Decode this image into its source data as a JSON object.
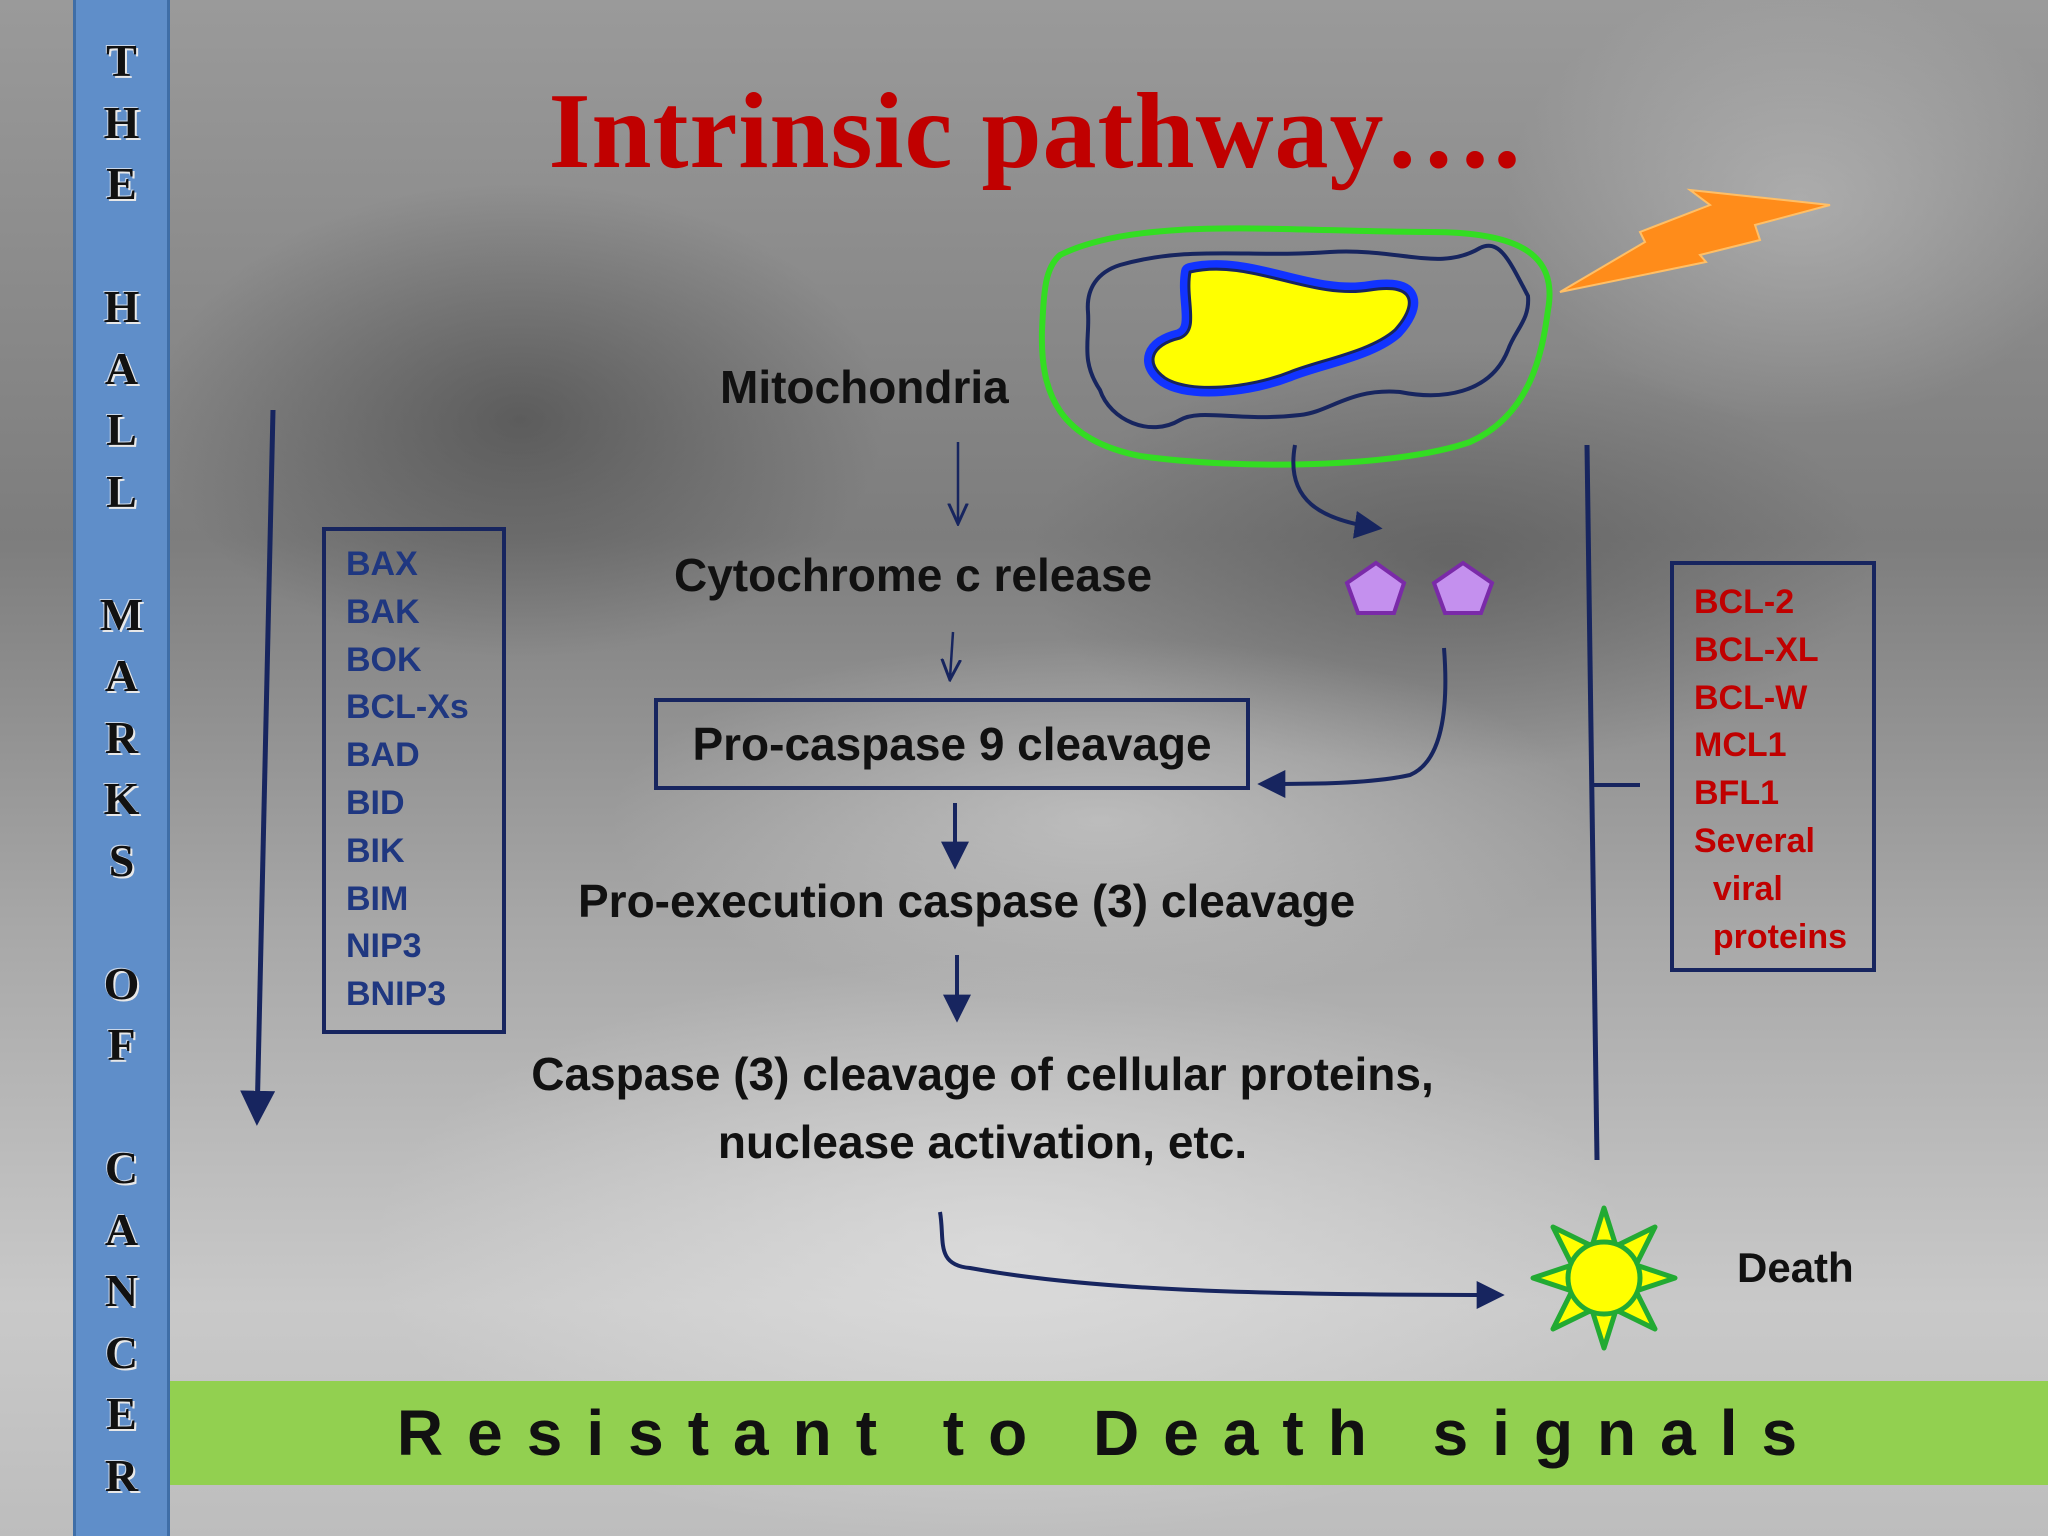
{
  "sidebar": {
    "text": "T\nH\nE\n\nH\nA\nL\nL\n\nM\nA\nR\nK\nS\n\nO\nF\n\nC\nA\nN\nC\nE\nR"
  },
  "title": "Intrinsic pathway….",
  "steps": {
    "mitochondria": "Mitochondria",
    "cytochrome": "Cytochrome c release",
    "procaspase": "Pro-caspase 9 cleavage",
    "proexecution": "Pro-execution caspase (3) cleavage",
    "caspase_effects": "Caspase (3) cleavage of cellular proteins, nuclease activation, etc."
  },
  "pro_apoptotic": [
    "BAX",
    "BAK",
    "BOK",
    "BCL-Xs",
    "BAD",
    "BID",
    "BIK",
    "BIM",
    "NIP3",
    "BNIP3"
  ],
  "anti_apoptotic": [
    "BCL-2",
    "BCL-XL",
    "BCL-W",
    "MCL1",
    "BFL1",
    "Several",
    "  viral",
    "  proteins"
  ],
  "death_label": "Death",
  "banner": "Resistant to Death signals",
  "colors": {
    "title": "#c00000",
    "sidebar": "#5f8ec9",
    "banner": "#92d050",
    "arrows": "#17255f",
    "pro_text": "#1f3780",
    "anti_text": "#c00000",
    "mito_outer": "#33dd22",
    "mito_matrix": "#ffff00",
    "mito_inner": "#1133ff",
    "cytochrome": "#c490ee",
    "lightning": "#ff8c1a",
    "death_sun": "#ffff00",
    "death_rays": "#22aa33"
  },
  "icons": {
    "mitochondrion": "mitochondrion-icon",
    "cytochrome": "pentagon-icon",
    "lightning": "lightning-bolt-icon",
    "death": "sun-burst-icon"
  }
}
